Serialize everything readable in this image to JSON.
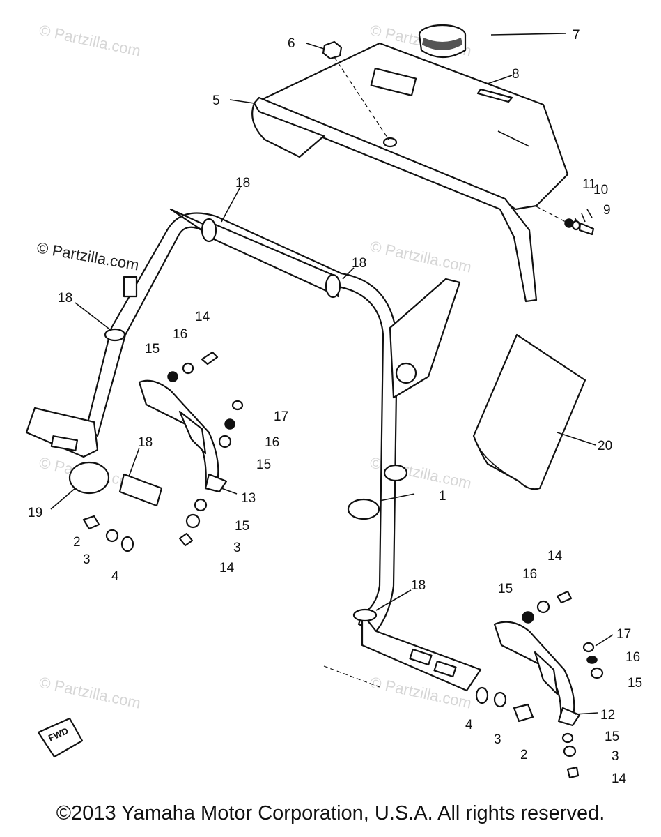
{
  "watermarks": [
    "© Partzilla.com",
    "© Partzilla.com",
    "© Partzilla.com",
    "© Partzilla.com",
    "© Partzilla.com",
    "© Partzilla.com",
    "© Partzilla.com",
    "© Partzilla.com"
  ],
  "badge": {
    "text": "FWD"
  },
  "callouts": [
    {
      "n": "1"
    },
    {
      "n": "2"
    },
    {
      "n": "2"
    },
    {
      "n": "3"
    },
    {
      "n": "3"
    },
    {
      "n": "3"
    },
    {
      "n": "3"
    },
    {
      "n": "4"
    },
    {
      "n": "4"
    },
    {
      "n": "5"
    },
    {
      "n": "6"
    },
    {
      "n": "7"
    },
    {
      "n": "8"
    },
    {
      "n": "9"
    },
    {
      "n": "10"
    },
    {
      "n": "11"
    },
    {
      "n": "12"
    },
    {
      "n": "13"
    },
    {
      "n": "14"
    },
    {
      "n": "14"
    },
    {
      "n": "14"
    },
    {
      "n": "14"
    },
    {
      "n": "15"
    },
    {
      "n": "15"
    },
    {
      "n": "15"
    },
    {
      "n": "15"
    },
    {
      "n": "15"
    },
    {
      "n": "15"
    },
    {
      "n": "16"
    },
    {
      "n": "16"
    },
    {
      "n": "16"
    },
    {
      "n": "16"
    },
    {
      "n": "17"
    },
    {
      "n": "17"
    },
    {
      "n": "18"
    },
    {
      "n": "18"
    },
    {
      "n": "18"
    },
    {
      "n": "18"
    },
    {
      "n": "18"
    },
    {
      "n": "19"
    },
    {
      "n": "20"
    }
  ],
  "copyright": "©2013 Yamaha Motor Corporation, U.S.A. All rights reserved."
}
